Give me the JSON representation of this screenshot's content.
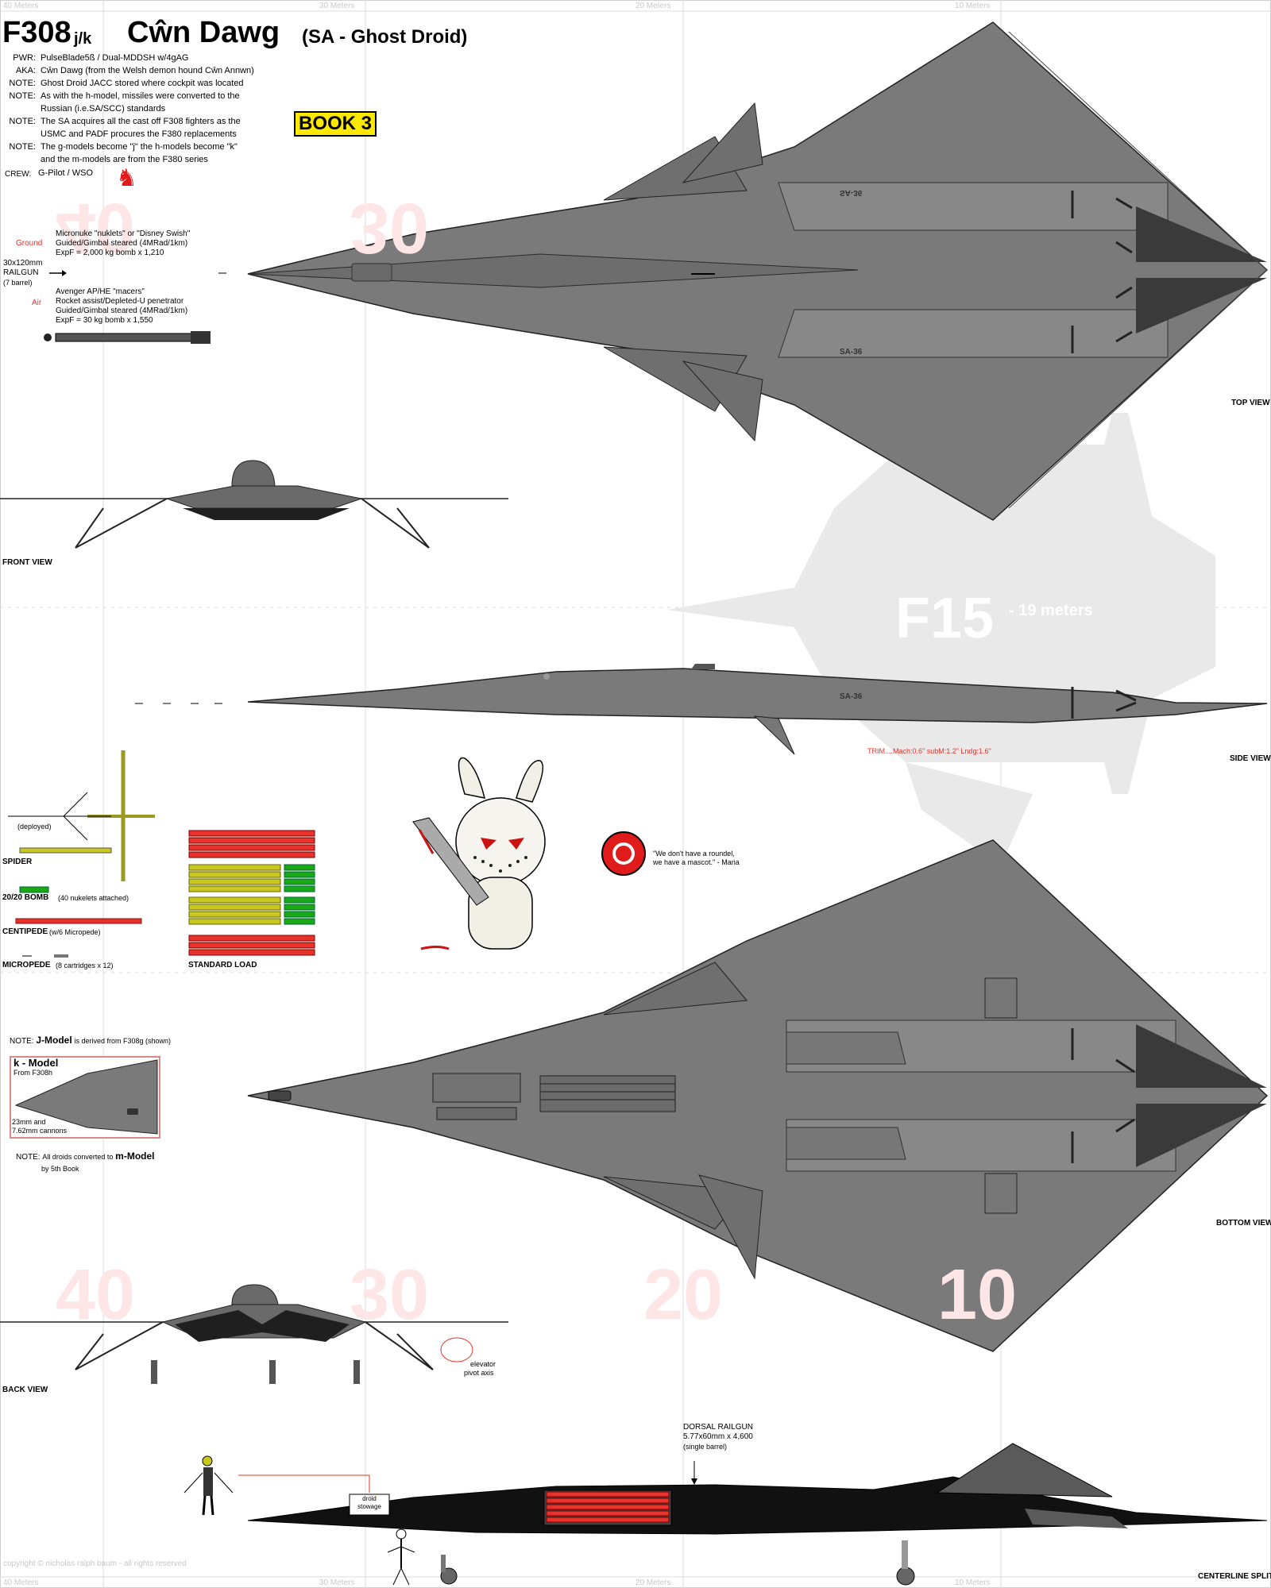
{
  "title": {
    "designation": "F308",
    "suffix": "j/k",
    "name": "Cŵn Dawg",
    "type": "(SA - Ghost Droid)"
  },
  "book_badge": "BOOK 3",
  "specs": [
    {
      "key": "PWR:",
      "value": "PulseBlade5ß / Dual-MDDSH w/4gAG"
    },
    {
      "key": "AKA:",
      "value": "Cŵn Dawg (from the Welsh demon hound Cŵn Annwn)"
    },
    {
      "key": "NOTE:",
      "value": "Ghost Droid JACC stored where cockpit was located"
    },
    {
      "key": "NOTE:",
      "value": "As with the h-model, missiles were converted to the"
    },
    {
      "key": "",
      "value": "Russian (i.e.SA/SCC) standards"
    },
    {
      "key": "NOTE:",
      "value": "The SA acquires all the cast off F308 fighters as the"
    },
    {
      "key": "",
      "value": "USMC and PADF procures the F380 replacements"
    },
    {
      "key": "NOTE:",
      "value": "The g-models become \"j\" the h-models become \"k\""
    },
    {
      "key": "",
      "value": "and the m-models are from the F380 series"
    }
  ],
  "crew": {
    "key": "CREW:",
    "value": "G-Pilot / WSO"
  },
  "railgun": {
    "label": [
      "30x120mm",
      "RAILGUN",
      "(7 barrel)"
    ],
    "ground_tag": "Ground",
    "ground": [
      "Micronuke \"nuklets\" or \"Disney Swish\"",
      "Guided/Gimbal steared (4MRad/1km)",
      "ExpF = 2,000 kg bomb x 1,210"
    ],
    "air_tag": "Air",
    "air": [
      "Avenger AP/HE \"macers\"",
      "Rocket assist/Depleted-U penetrator",
      "Guided/Gimbal steared (4MRad/1km)",
      "ExpF = 30 kg bomb x 1,550"
    ]
  },
  "ruler": {
    "top": [
      "40 Meters",
      "30 Meters",
      "20 Meters",
      "10 Meters"
    ],
    "bottom": [
      "40 Meters",
      "30 Meters",
      "20 Meters",
      "10 Meters"
    ],
    "faint_top": [
      "40",
      "30"
    ],
    "faint_bottom": [
      "40",
      "30",
      "20",
      "10"
    ]
  },
  "views": {
    "top": "TOP VIEW",
    "front": "FRONT VIEW",
    "side": "SIDE VIEW",
    "bottom": "BOTTOM VIEW",
    "back": "BACK VIEW",
    "centerline": "CENTERLINE SPLIT"
  },
  "hull_marking": "SA-36",
  "f15": {
    "label": "F15",
    "size": "- 19 meters"
  },
  "trim": "TRIM....Mach:0.6\" subM:1.2\" Lndg:1.6\"",
  "weapons": {
    "deployed": "(deployed)",
    "spider": "SPIDER",
    "bomb": "20/20 BOMB",
    "bomb_note": "(40 nukelets attached)",
    "centipede": "CENTIPEDE",
    "centipede_note": "(w/6 Micropede)",
    "micropede": "MICROPEDE",
    "micropede_note": "(8 cartridges x 12)",
    "standard_load": "STANDARD LOAD"
  },
  "mascot_quote": [
    "\"We don't have a roundel,",
    "we have a mascot.\" - Maria"
  ],
  "jmodel_note": {
    "prefix": "NOTE:",
    "model": "J-Model",
    "rest": "is derived from F308g (shown)"
  },
  "kmodel": {
    "title": "k - Model",
    "from": "From F308h",
    "cannons": [
      "23mm and",
      "7.62mm cannons"
    ]
  },
  "mmodel_note": {
    "prefix": "NOTE:",
    "text": "All droids converted to",
    "model": "m-Model",
    "by": "by 5th Book"
  },
  "elevator": [
    "elevator",
    "pivot axis"
  ],
  "dorsal": {
    "title": "DORSAL RAILGUN",
    "spec": "5.77x60mm x 4,600",
    "note": "(single barrel)"
  },
  "droid_stowage": [
    "droid",
    "stowage"
  ],
  "copyright": "copyright © nicholas ralph baum - all rights reserved",
  "colors": {
    "hull": "#7f7f7f",
    "hull_dark": "#4d4d4d",
    "red": "#e8322a",
    "yellow": "#c8c820",
    "green": "#18a818"
  }
}
